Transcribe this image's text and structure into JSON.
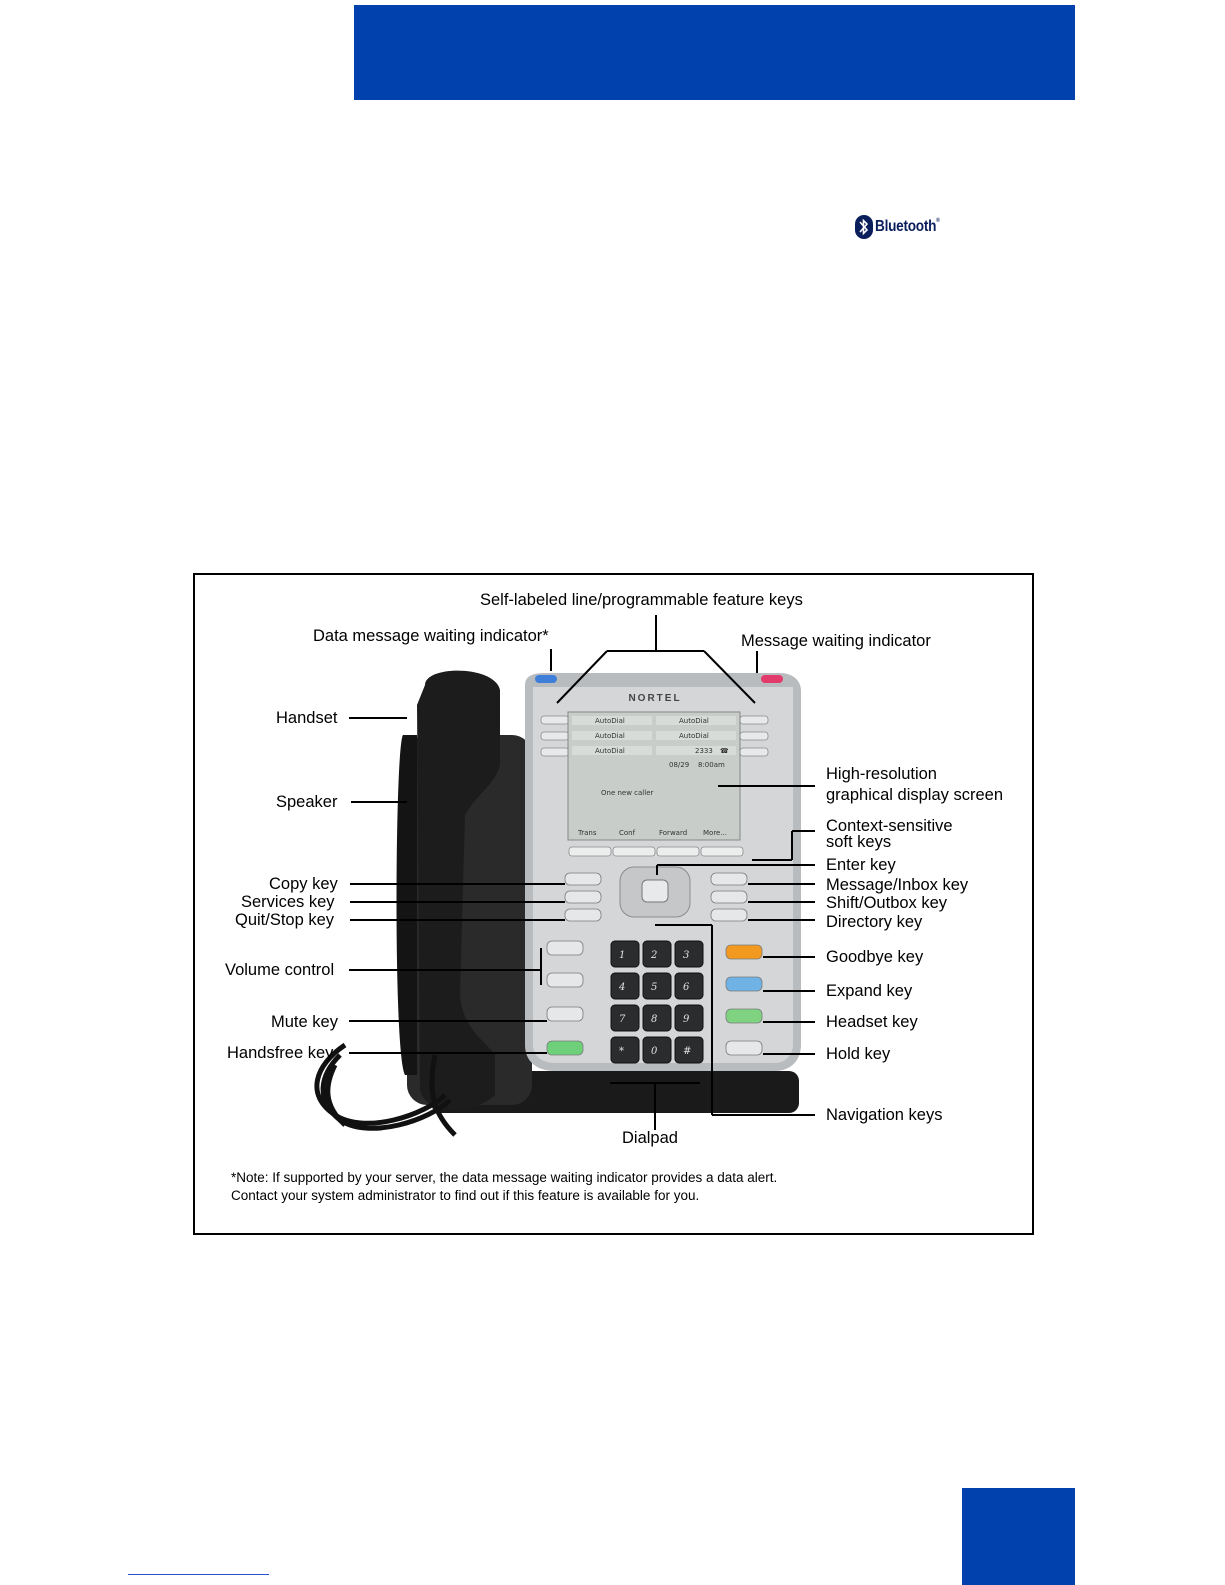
{
  "figure": {
    "labels": {
      "self_labeled": "Self-labeled line/programmable feature keys",
      "data_msg": "Data message waiting indicator*",
      "msg_waiting": "Message waiting indicator",
      "handset": "Handset",
      "speaker": "Speaker",
      "hires_line1": "High-resolution",
      "hires_line2": "graphical display screen",
      "context_line1": "Context-sensitive",
      "context_line2": "soft keys",
      "enter": "Enter key",
      "copy": "Copy key",
      "msg_inbox": "Message/Inbox key",
      "services": "Services key",
      "shift_outbox": "Shift/Outbox key",
      "quit_stop": "Quit/Stop key",
      "directory": "Directory key",
      "volume": "Volume control",
      "goodbye": "Goodbye key",
      "expand": "Expand key",
      "mute": "Mute key",
      "headset": "Headset key",
      "handsfree": "Handsfree key",
      "hold": "Hold key",
      "navigation": "Navigation keys",
      "dialpad": "Dialpad"
    },
    "note_line1": "*Note: If supported by your server, the data message waiting indicator provides a data alert.",
    "note_line2": "Contact your system administrator to find out if this feature is available for you.",
    "phone": {
      "brand": "NORTEL",
      "screen_rows": [
        [
          "AutoDial",
          "AutoDial"
        ],
        [
          "AutoDial",
          "AutoDial"
        ],
        [
          "AutoDial",
          "2333"
        ]
      ],
      "date": "08/29",
      "time": "8:00am",
      "status": "One new caller",
      "softkeys": [
        "Trans",
        "Conf",
        "Forward",
        "More..."
      ],
      "dialpad": [
        "1",
        "2",
        "3",
        "4",
        "5",
        "6",
        "7",
        "8",
        "9",
        "*",
        "0",
        "#"
      ]
    }
  },
  "bluetooth": {
    "text": "Bluetooth",
    "tm": "®"
  },
  "colors": {
    "header_blue": "#0041ad",
    "goodbye_key": "#f29a1f",
    "expand_key": "#6fb3e6",
    "headset_key": "#7fd27f",
    "handsfree_key": "#6fd07a"
  }
}
